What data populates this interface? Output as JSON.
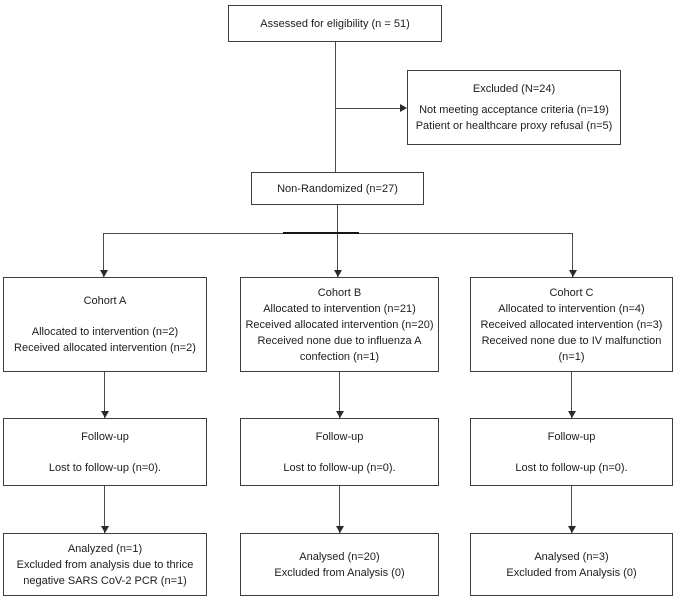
{
  "diagram": {
    "assessed_box": {
      "label": "Assessed for eligibility (n = 51)"
    },
    "excluded_box": {
      "title": "Excluded (N=24)",
      "lines": [
        "Not meeting acceptance criteria (n=19)",
        "Patient or healthcare proxy refusal (n=5)"
      ]
    },
    "nonrandomized_box": {
      "label": "Non-Randomized (n=27)"
    },
    "cohorts": [
      {
        "title": "Cohort A",
        "lines": [
          "Allocated to intervention (n=2)",
          "Received allocated intervention (n=2)"
        ]
      },
      {
        "title": "Cohort B",
        "lines": [
          "Allocated to intervention (n=21)",
          "Received allocated intervention (n=20)",
          "Received none due to influenza A",
          "confection (n=1)"
        ]
      },
      {
        "title": "Cohort C",
        "lines": [
          "Allocated to intervention (n=4)",
          "Received allocated intervention (n=3)",
          "Received none due to IV malfunction",
          "(n=1)"
        ]
      }
    ],
    "followup": [
      {
        "title": "Follow-up",
        "line": "Lost to follow-up (n=0)."
      },
      {
        "title": "Follow-up",
        "line": "Lost to follow-up (n=0)."
      },
      {
        "title": "Follow-up",
        "line": "Lost to follow-up (n=0)."
      }
    ],
    "analyzed": [
      {
        "lines": [
          "Analyzed (n=1)",
          "Excluded from analysis due to thrice",
          "negative SARS CoV-2 PCR (n=1)"
        ]
      },
      {
        "lines": [
          "Analysed (n=20)",
          "Excluded from Analysis (0)"
        ]
      },
      {
        "lines": [
          "Analysed (n=3)",
          "Excluded from Analysis (0)"
        ]
      }
    ]
  }
}
